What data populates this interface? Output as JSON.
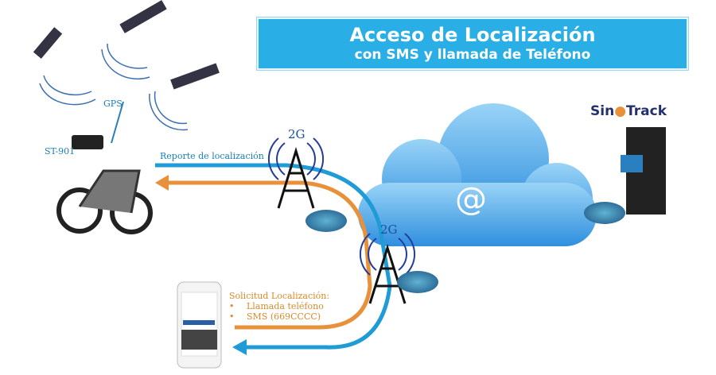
{
  "banner": {
    "line1": "Acceso de Localización",
    "line2": "con SMS y llamada de Teléfono"
  },
  "labels": {
    "gps": "GPS",
    "device": "ST-901",
    "report": "Reporte de localización",
    "tower1": "2G",
    "tower2": "2G",
    "cloud_symbol": "@"
  },
  "request": {
    "title": "Solicitud Localización:",
    "items": [
      "Llamada teléfono",
      "SMS (669CCCC)"
    ]
  },
  "logo": {
    "text_a": "Sin",
    "text_b": "Track"
  },
  "colors": {
    "banner": "#29aee6",
    "blue_line": "#1f9bd6",
    "orange_line": "#e8913a",
    "cloud": "#4aa8e8"
  }
}
